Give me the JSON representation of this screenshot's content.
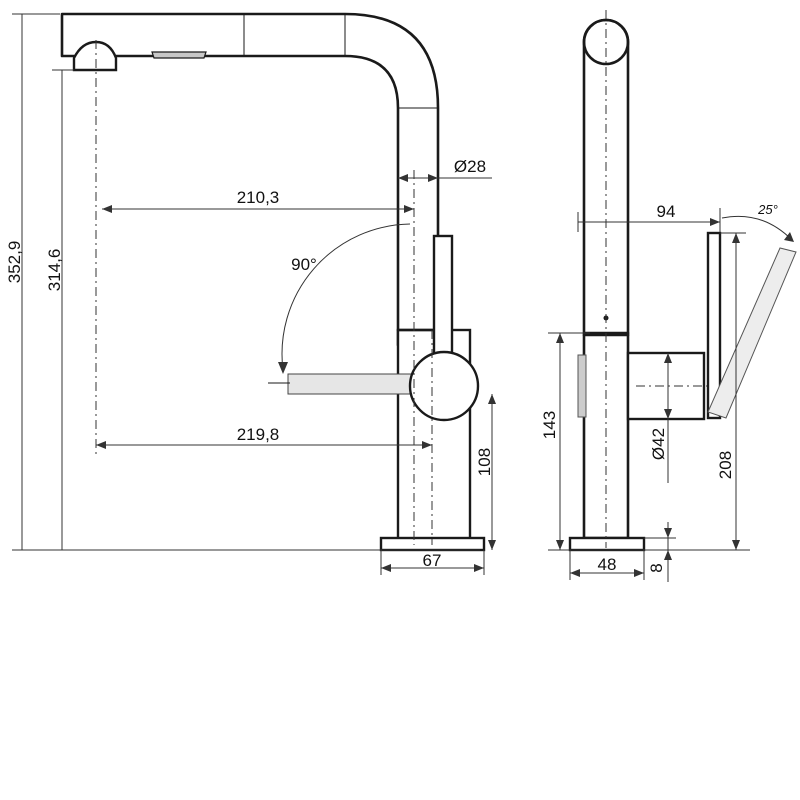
{
  "dimensions": {
    "total_height": "352,9",
    "spout_height": "314,6",
    "reach_inner": "210,3",
    "reach_outer": "219,8",
    "spout_diameter": "Ø28",
    "base_to_handle": "108",
    "base_width_front": "67",
    "side_depth": "94",
    "handle_height": "143",
    "body_diameter": "Ø42",
    "lever_height": "208",
    "base_width_side": "48",
    "base_thickness": "8"
  },
  "angles": {
    "rotation": "90°",
    "tilt": "25°"
  }
}
